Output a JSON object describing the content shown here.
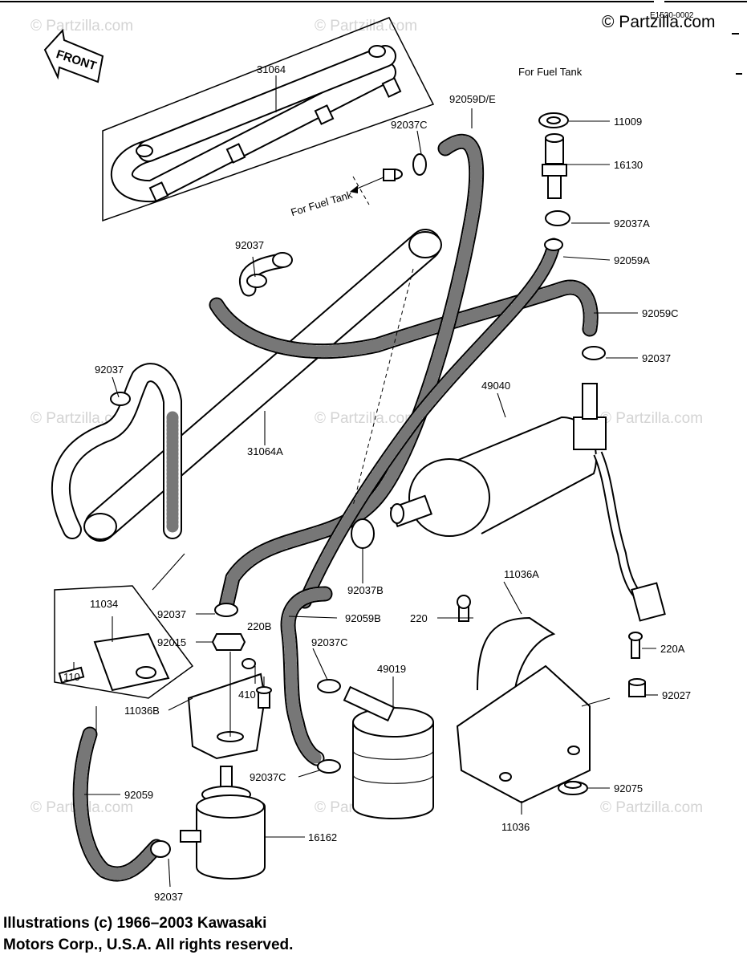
{
  "header": {
    "copyright": "© Partzilla.com",
    "ref_code": "E1520-0002"
  },
  "watermark": "© Partzilla.com",
  "direction": {
    "front_label": "FRONT"
  },
  "notes": {
    "fuel_tank_top": "For Fuel Tank",
    "fuel_tank_mid": "For Fuel Tank"
  },
  "parts": {
    "p31064": "31064",
    "p31064A": "31064A",
    "p92059DE": "92059D/E",
    "p92037C_top": "92037C",
    "p11009": "11009",
    "p16130": "16130",
    "p92037A": "92037A",
    "p92059A": "92059A",
    "p92059C": "92059C",
    "p92037_r": "92037",
    "p92037_t": "92037",
    "p92037_l": "92037",
    "p49040": "49040",
    "p92037B": "92037B",
    "p92059B": "92059B",
    "p11036A": "11036A",
    "p220": "220",
    "p220A": "220A",
    "p92027": "92027",
    "p11034": "11034",
    "p110": "110",
    "p92037_m": "92037",
    "p92015": "92015",
    "p220B": "220B",
    "p410": "410",
    "p92037C_mid": "92037C",
    "p49019": "49019",
    "p11036B": "11036B",
    "p92037C_low": "92037C",
    "p92075": "92075",
    "p11036": "11036",
    "p92059": "92059",
    "p16162": "16162",
    "p92037_b": "92037"
  },
  "footer": {
    "line1": "Illustrations (c) 1966–2003 Kawasaki",
    "line2": "Motors Corp., U.S.A.  All rights reserved."
  }
}
